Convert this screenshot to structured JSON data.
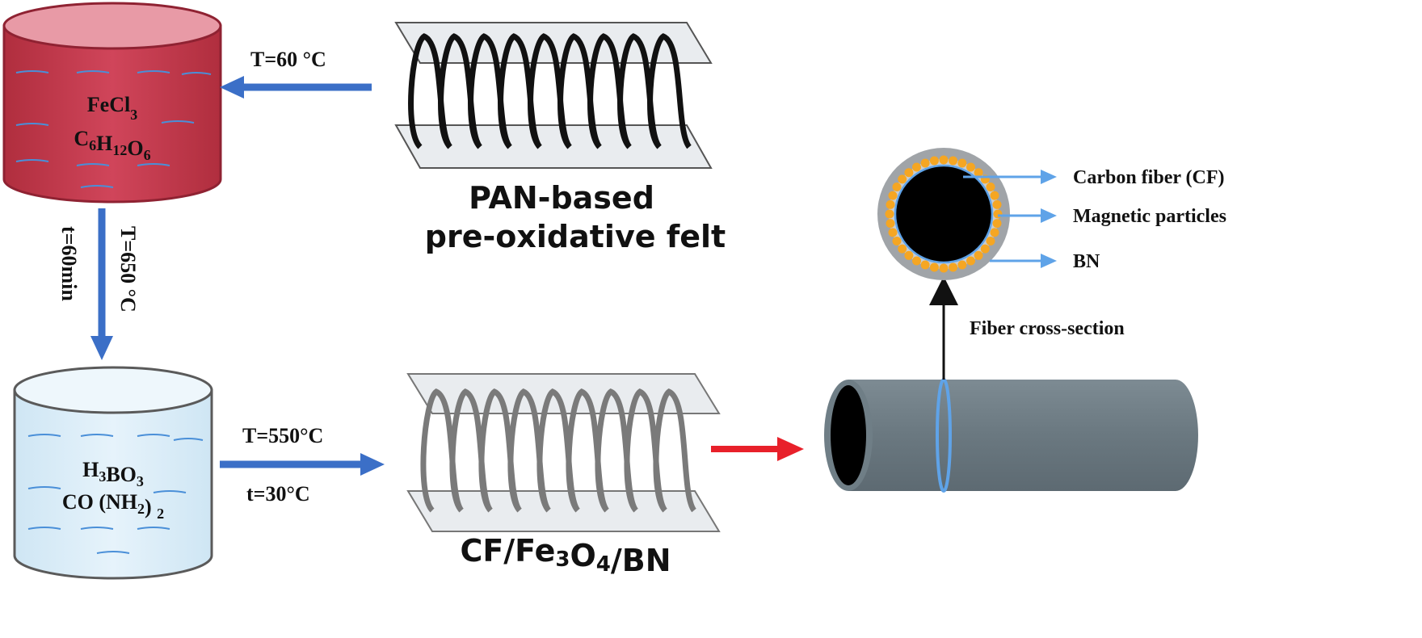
{
  "colors": {
    "blue_arrow": "#3b6fc7",
    "red_arrow": "#e8202a",
    "red_tank": "#c23848",
    "red_tank_top": "#e58996",
    "blue_tank": "#d8ecf7",
    "fiber_gray": "#6f7e86",
    "particles": "#f5a623",
    "coil_black": "#111111",
    "coil_gray": "#7a7a7a"
  },
  "tank_red": {
    "line1": "FeCl",
    "line1_sub": "3",
    "line2_parts": [
      {
        "t": "C",
        "sub": false
      },
      {
        "t": "6",
        "sub": true
      },
      {
        "t": "H",
        "sub": false
      },
      {
        "t": "12",
        "sub": true
      },
      {
        "t": "O",
        "sub": false
      },
      {
        "t": "6",
        "sub": true
      }
    ]
  },
  "tank_blue": {
    "line1_parts": [
      {
        "t": "H",
        "sub": false
      },
      {
        "t": "3",
        "sub": true
      },
      {
        "t": "BO",
        "sub": false
      },
      {
        "t": "3",
        "sub": true
      }
    ],
    "line2_parts": [
      {
        "t": "CO (NH",
        "sub": false
      },
      {
        "t": "2",
        "sub": true
      },
      {
        "t": ") ",
        "sub": false
      },
      {
        "t": "2",
        "sub": true
      }
    ]
  },
  "arrows": {
    "top_label": "T=60 °C",
    "vertical_label_left": "t=60min",
    "vertical_label_right": "T=650 °C",
    "bottom_label_top": "T=550°C",
    "bottom_label_bottom": "t=30°C"
  },
  "felt_top": {
    "label_line1": "PAN-based",
    "label_line2": "pre-oxidative felt"
  },
  "felt_bottom": {
    "label_parts": [
      {
        "t": "CF/Fe",
        "sub": false
      },
      {
        "t": "3",
        "sub": true
      },
      {
        "t": "O",
        "sub": false
      },
      {
        "t": "4",
        "sub": true
      },
      {
        "t": "/BN",
        "sub": false
      }
    ]
  },
  "cross_section": {
    "label_cf": "Carbon fiber (CF)",
    "label_particles": "Magnetic particles",
    "label_bn": "BN",
    "label_fiber": "Fiber cross-section"
  }
}
